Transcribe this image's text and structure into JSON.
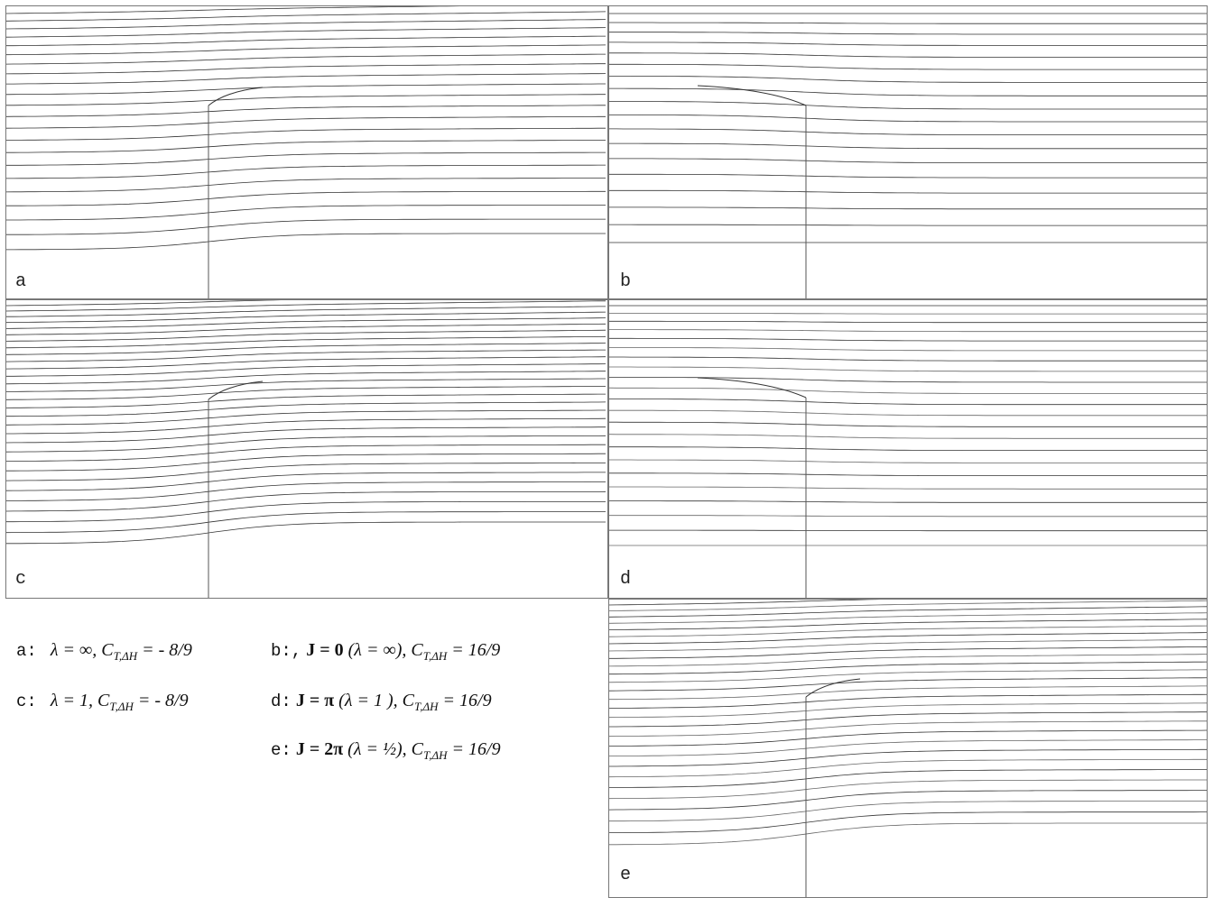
{
  "panels": [
    {
      "label": "a",
      "variant": "a"
    },
    {
      "label": "b",
      "variant": "b"
    },
    {
      "label": "c",
      "variant": "c"
    },
    {
      "label": "d",
      "variant": "d"
    },
    {
      "label": "e",
      "variant": "e"
    }
  ],
  "legend": [
    {
      "key": "a:",
      "prefix": "λ = ∞, C",
      "sub": "T,ΔH",
      "suffix": " = - 8/9",
      "bold": ""
    },
    {
      "key": "b:,",
      "bold": "J = 0",
      "prefix": " (λ = ∞),    C",
      "sub": "T,ΔH",
      "suffix": " = 16/9"
    },
    {
      "key": "c:",
      "prefix": "λ = 1,  C",
      "sub": "T,ΔH",
      "suffix": " = - 8/9",
      "bold": ""
    },
    {
      "key": "d:",
      "bold": "J = π",
      "prefix": " (λ = 1 ),    C",
      "sub": "T,ΔH",
      "suffix": " = 16/9"
    },
    {
      "key": "e:",
      "bold": "J = 2π",
      "prefix": " (λ = ½),  C",
      "sub": "T,ΔH",
      "suffix": " = 16/9"
    }
  ]
}
